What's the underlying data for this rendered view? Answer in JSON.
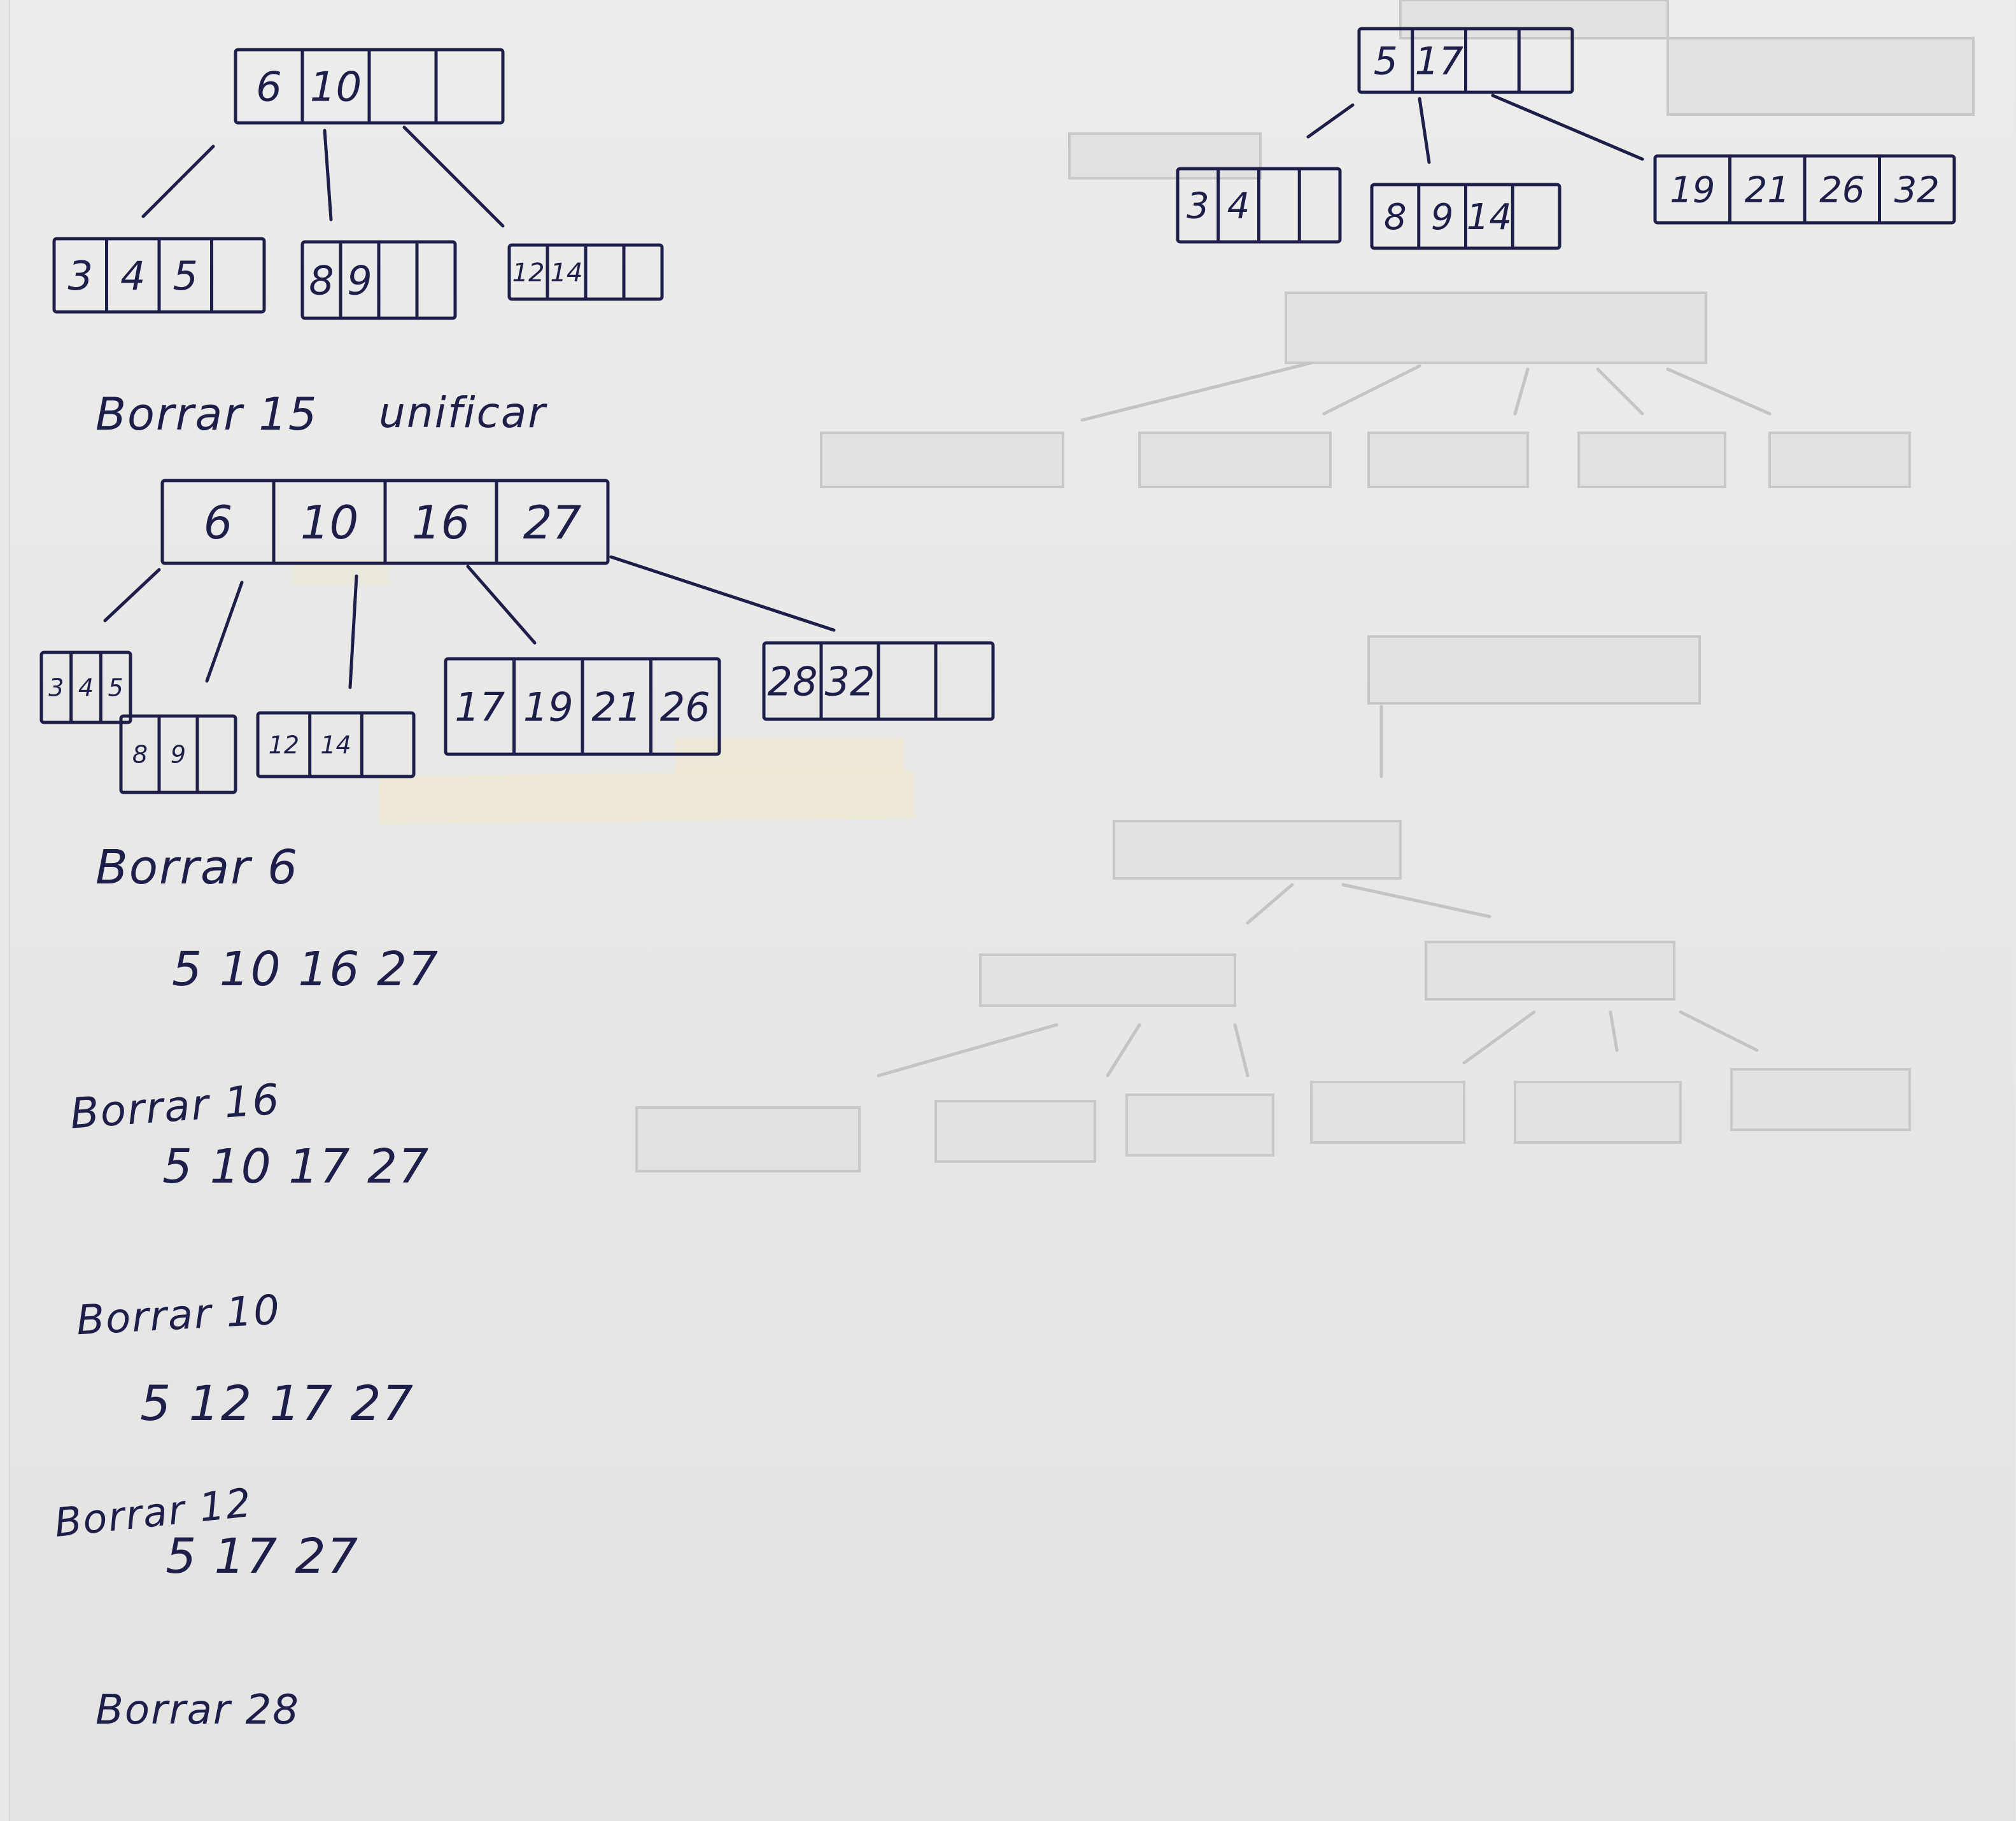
{
  "trees": {
    "initial": {
      "root": [
        "6",
        "10",
        "",
        ""
      ],
      "children": [
        [
          "3",
          "4",
          "5",
          ""
        ],
        [
          "8",
          "9",
          "",
          ""
        ],
        [
          "12",
          "14",
          "",
          ""
        ]
      ]
    },
    "unified": {
      "root": [
        "6",
        "10",
        "16",
        "27"
      ],
      "children": [
        [
          "3",
          "4",
          "5"
        ],
        [
          "8",
          "9",
          ""
        ],
        [
          "12",
          "14",
          ""
        ],
        [
          "17",
          "19",
          "21",
          "26"
        ],
        [
          "28",
          "32",
          "",
          ""
        ]
      ]
    },
    "right": {
      "root": [
        "5",
        "17",
        "",
        ""
      ],
      "children": [
        [
          "3",
          "4",
          "",
          ""
        ],
        [
          "8",
          "9",
          "14",
          ""
        ],
        [
          "19",
          "21",
          "26",
          "32"
        ]
      ]
    }
  },
  "steps": [
    {
      "label": "Borrar 15",
      "note": "unificar"
    },
    {
      "label": "Borrar 6",
      "keys": "5   10   16    27"
    },
    {
      "label": "Borrar 16",
      "keys": "5   10    17   27"
    },
    {
      "label": "Borrar 10",
      "keys": "5   12    17   27"
    },
    {
      "label": "Borrar 12",
      "keys": "5    17   27"
    },
    {
      "label": "Borrar 28"
    }
  ]
}
